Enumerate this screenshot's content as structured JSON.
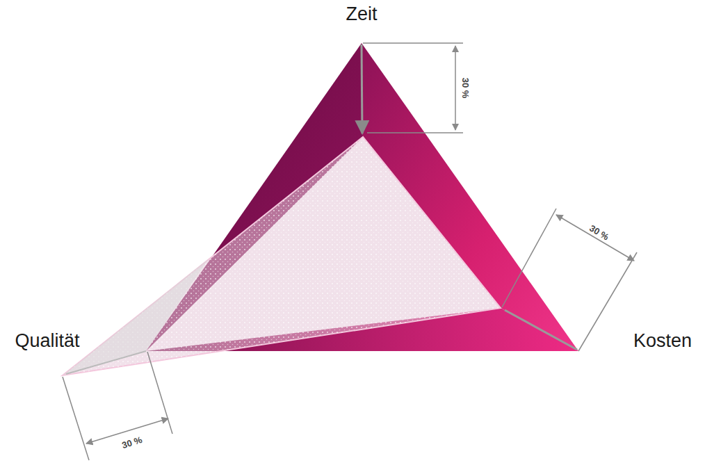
{
  "diagram": {
    "labels": [
      "Zeit",
      "30 %",
      "30 %",
      "Kosten",
      "Qualität",
      "30 %"
    ]
  }
}
